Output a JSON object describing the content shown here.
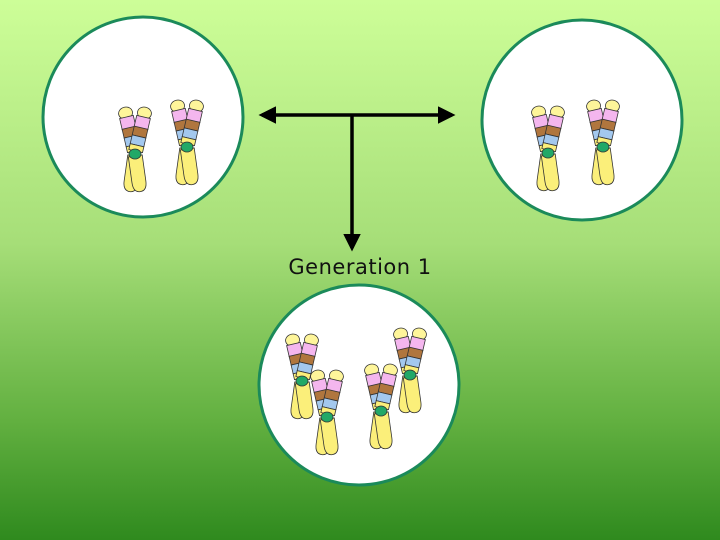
{
  "labels": {
    "generation": "Generation 1"
  },
  "colors": {
    "cell_fill": "#ffffff",
    "cell_border": "#1b8a5a",
    "arrow": "#000000",
    "tip": "#fef59a",
    "band_pink": "#f4b6ee",
    "band_brown": "#b0763e",
    "band_blue": "#a3c8ee",
    "band_yellow": "#fbef7a",
    "centromere": "#22a867",
    "outline": "#333333"
  },
  "diagram": {
    "cells": [
      {
        "id": "parent-left",
        "chromosome_pairs": 2
      },
      {
        "id": "parent-right",
        "chromosome_pairs": 2
      },
      {
        "id": "generation-1",
        "chromosome_pairs": 4
      }
    ]
  }
}
